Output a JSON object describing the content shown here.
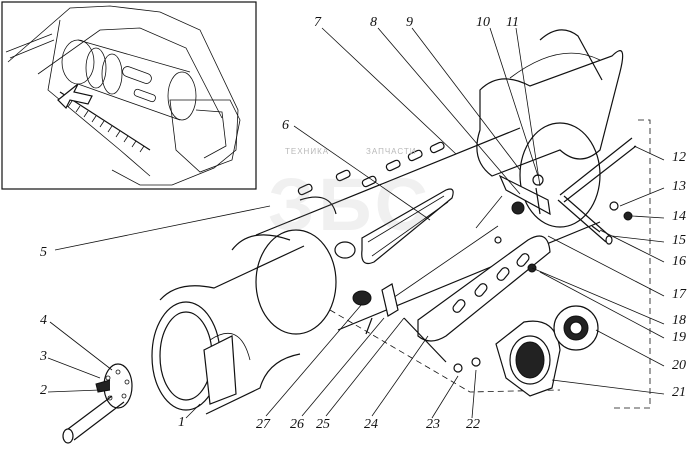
{
  "diagram": {
    "part_numbers": [
      "1",
      "2",
      "3",
      "4",
      "5",
      "6",
      "7",
      "8",
      "9",
      "10",
      "11",
      "12",
      "13",
      "14",
      "15",
      "16",
      "17",
      "18",
      "19",
      "20",
      "21",
      "22",
      "23",
      "24",
      "25",
      "26",
      "27"
    ],
    "watermark": {
      "logo_text": "ЗБС",
      "left_text": "ТЕХНИКА",
      "right_text": "ЗАПЧАСТИ"
    }
  }
}
